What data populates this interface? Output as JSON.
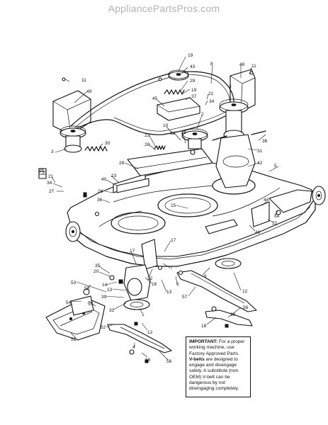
{
  "watermark": "AppliancePartsPros.com",
  "notice": {
    "heading": "IMPORTANT:",
    "lines": [
      "For a proper",
      "working machine, use",
      "Factory Approved Parts.",
      "V-belts are designed to",
      "engage and disengage",
      "safely. A substitute (non",
      "OEM) V-belt can be",
      "dangerous by not",
      "disengaging completely."
    ],
    "bold_phrase": "V-belts"
  },
  "callouts": {
    "c19a": "19",
    "c43": "43",
    "c8": "8",
    "c48": "48",
    "c11a": "11",
    "c11b": "11",
    "c49": "49",
    "c29": "29",
    "c19b": "19",
    "c37": "37",
    "c21a": "21",
    "c3a": "3",
    "c45": "45",
    "c34a": "34",
    "c10": "10",
    "c24": "24",
    "c33": "33",
    "c2": "2",
    "c23a": "23",
    "c28a": "28",
    "c36a": "36",
    "c31": "31",
    "c3b": "3",
    "c30": "30",
    "c28b": "28",
    "c42": "42",
    "c5": "5",
    "c25": "25",
    "c21b": "21",
    "c34b": "34",
    "c27": "27",
    "c40": "40",
    "c23b": "23",
    "c26": "26",
    "c36b": "36",
    "c15": "15",
    "c44": "44",
    "c34c": "34",
    "c22a": "22",
    "c46": "46",
    "c17a": "17",
    "c17b": "17",
    "c35": "35",
    "c20": "20",
    "c14": "14",
    "c50": "50",
    "c53": "53",
    "c13a": "13",
    "c13b": "13",
    "c7": "7",
    "c22b": "22",
    "c6": "6",
    "c9": "9",
    "c16": "16",
    "c57": "57",
    "c12a": "12",
    "c39": "39",
    "c54": "54",
    "c55": "55",
    "c32": "32",
    "c1": "1",
    "c52": "52",
    "c12b": "12",
    "c51": "51",
    "c18a": "18",
    "c56a": "56",
    "c56b": "56",
    "c18b": "18",
    "c4": "4",
    "c38": "38"
  }
}
